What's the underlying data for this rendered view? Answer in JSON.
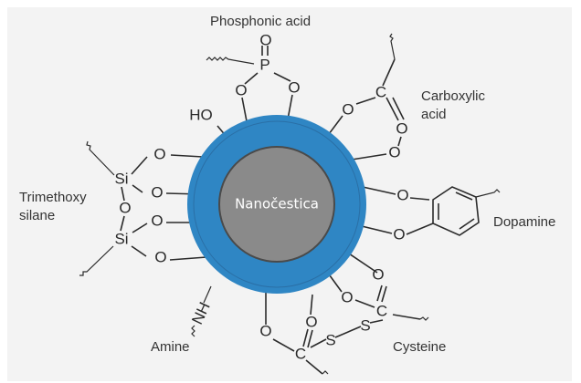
{
  "core_label": "Nanočestica",
  "labels": {
    "phosphonic": "Phosphonic acid",
    "carboxylic_line1": "Carboxylic",
    "carboxylic_line2": "acid",
    "trimethoxy_line1": "Trimethoxy",
    "trimethoxy_line2": "silane",
    "dopamine": "Dopamine",
    "amine": "Amine",
    "cysteine": "Cysteine"
  },
  "atoms": {
    "O": "O",
    "P": "P",
    "C": "C",
    "Si": "Si",
    "S": "S",
    "HO": "HO",
    "NH": "NH"
  },
  "colors": {
    "background": "#f3f3f3",
    "shell": "#2f86c4",
    "core": "#8a8a8a",
    "text": "#333333"
  }
}
